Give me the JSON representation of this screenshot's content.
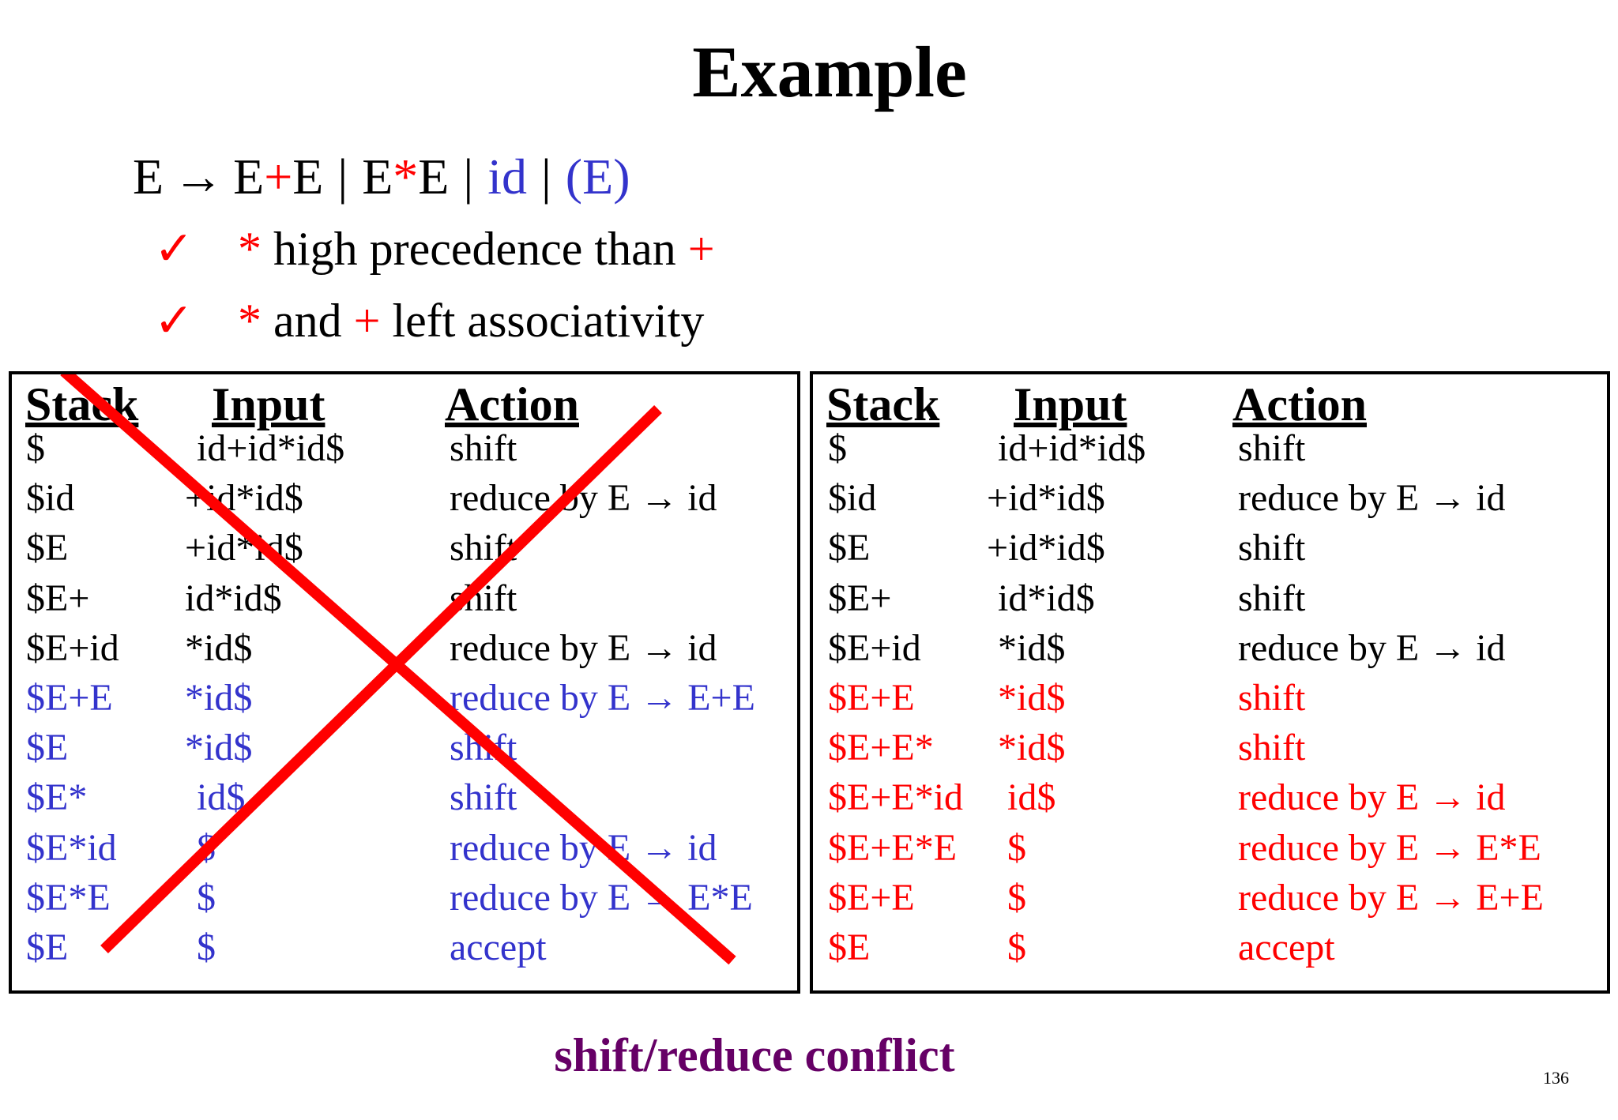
{
  "slide": {
    "title": "Example",
    "page_number": "136"
  },
  "grammar": {
    "lhs": "E",
    "arrow": "→",
    "alt1_a": "E",
    "alt1_op": "+",
    "alt1_b": "E",
    "bar": "|",
    "alt2_a": "E",
    "alt2_op": "*",
    "alt2_b": "E",
    "alt3": "id",
    "alt4": "(E)"
  },
  "notes": [
    {
      "check": "✓",
      "op1": "*",
      "text1": " high precedence than ",
      "op2": "+",
      "text2": ""
    },
    {
      "check": "✓",
      "op1": "*",
      "text1": " and ",
      "op2": "+",
      "text2": " left associativity"
    }
  ],
  "headers": {
    "stack": "Stack",
    "input": "Input",
    "action": "Action"
  },
  "left_table": {
    "crossed_out": true,
    "rows": [
      {
        "stack": "$",
        "input": "id+id*id$",
        "action": "shift",
        "color": "black"
      },
      {
        "stack": "$id",
        "input": "+id*id$",
        "action": "reduce by E → id",
        "color": "black"
      },
      {
        "stack": "$E",
        "input": "+id*id$",
        "action": "shift",
        "color": "black"
      },
      {
        "stack": "$E+",
        "input": "id*id$",
        "action": "shift",
        "color": "black"
      },
      {
        "stack": "$E+id",
        "input": "*id$",
        "action": "reduce by E → id",
        "color": "black"
      },
      {
        "stack": "$E+E",
        "input": "*id$",
        "action": "reduce by E → E+E",
        "color": "blue"
      },
      {
        "stack": "$E",
        "input": "*id$",
        "action": "shift",
        "color": "blue"
      },
      {
        "stack": "$E*",
        "input": "id$",
        "action": "shift",
        "color": "blue"
      },
      {
        "stack": "$E*id",
        "input": "$",
        "action": "reduce by E → id",
        "color": "blue"
      },
      {
        "stack": "$E*E",
        "input": "$",
        "action": "reduce by E → E*E",
        "color": "blue"
      },
      {
        "stack": "$E",
        "input": "$",
        "action": "accept",
        "color": "blue"
      }
    ]
  },
  "right_table": {
    "rows": [
      {
        "stack": "$",
        "input": "id+id*id$",
        "action": "shift",
        "color": "black"
      },
      {
        "stack": "$id",
        "input": "+id*id$",
        "action": "reduce by E → id",
        "color": "black"
      },
      {
        "stack": "$E",
        "input": "+id*id$",
        "action": "shift",
        "color": "black"
      },
      {
        "stack": "$E+",
        "input": "id*id$",
        "action": "shift",
        "color": "black"
      },
      {
        "stack": "$E+id",
        "input": "*id$",
        "action": "reduce by E → id",
        "color": "black"
      },
      {
        "stack": "$E+E",
        "input": "*id$",
        "action": "shift",
        "color": "red"
      },
      {
        "stack": "$E+E*",
        "input": "*id$",
        "action": "shift",
        "color": "red"
      },
      {
        "stack": "$E+E*id",
        "input": "id$",
        "action": "reduce by E → id",
        "color": "red"
      },
      {
        "stack": "$E+E*E",
        "input": "$",
        "action": "reduce by E → E*E",
        "color": "red"
      },
      {
        "stack": "$E+E",
        "input": "$",
        "action": "reduce by E → E+E",
        "color": "red"
      },
      {
        "stack": "$E",
        "input": "$",
        "action": "accept",
        "color": "red"
      }
    ]
  },
  "footer": {
    "caption": "shift/reduce conflict"
  },
  "colors": {
    "red": "#ff0000",
    "blue": "#3333cc",
    "purple": "#660066",
    "black": "#000000"
  }
}
